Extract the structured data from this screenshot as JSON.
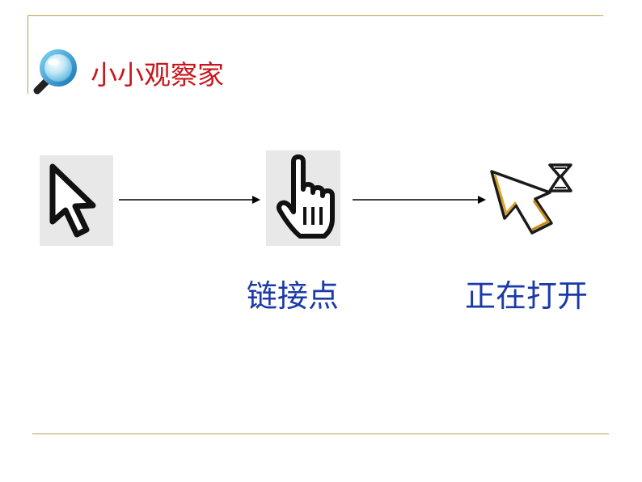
{
  "slide": {
    "section_title": "小小观察家",
    "accent_color": "#c8161d",
    "label_color": "#1a3aa8",
    "frame_color": "#b8a04a"
  },
  "cursors": [
    {
      "icon": "arrow-pointer-icon",
      "label": ""
    },
    {
      "icon": "hand-pointer-icon",
      "label": "链接点"
    },
    {
      "icon": "busy-pointer-icon",
      "label": "正在打开"
    }
  ]
}
